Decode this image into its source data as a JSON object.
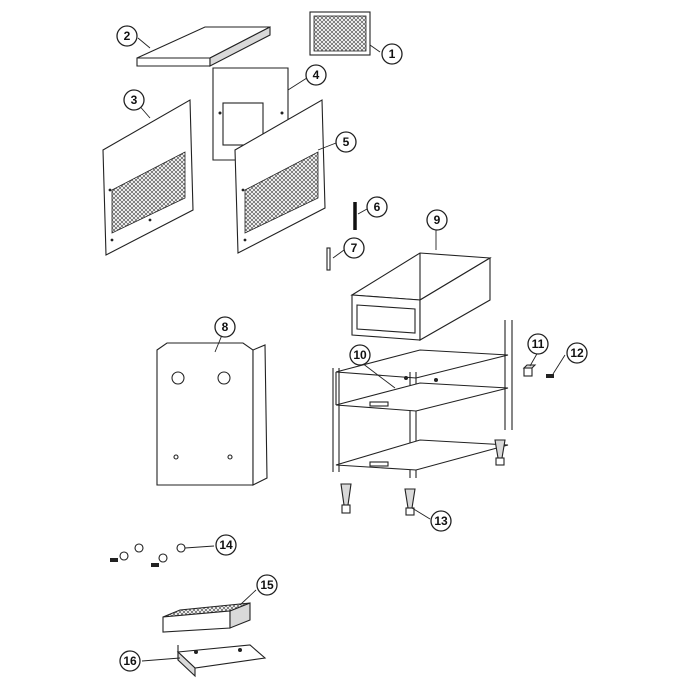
{
  "diagram": {
    "callouts": [
      {
        "id": "callout-1",
        "label": "1"
      },
      {
        "id": "callout-2",
        "label": "2"
      },
      {
        "id": "callout-3",
        "label": "3"
      },
      {
        "id": "callout-4",
        "label": "4"
      },
      {
        "id": "callout-5",
        "label": "5"
      },
      {
        "id": "callout-6",
        "label": "6"
      },
      {
        "id": "callout-7",
        "label": "7"
      },
      {
        "id": "callout-8",
        "label": "8"
      },
      {
        "id": "callout-9",
        "label": "9"
      },
      {
        "id": "callout-10",
        "label": "10"
      },
      {
        "id": "callout-11",
        "label": "11"
      },
      {
        "id": "callout-12",
        "label": "12"
      },
      {
        "id": "callout-13",
        "label": "13"
      },
      {
        "id": "callout-14",
        "label": "14"
      },
      {
        "id": "callout-15",
        "label": "15"
      },
      {
        "id": "callout-16",
        "label": "16"
      }
    ],
    "colors": {
      "line": "#222222",
      "mesh": "#555555",
      "fill": "#ffffff",
      "shade": "#d9d9d9"
    }
  }
}
